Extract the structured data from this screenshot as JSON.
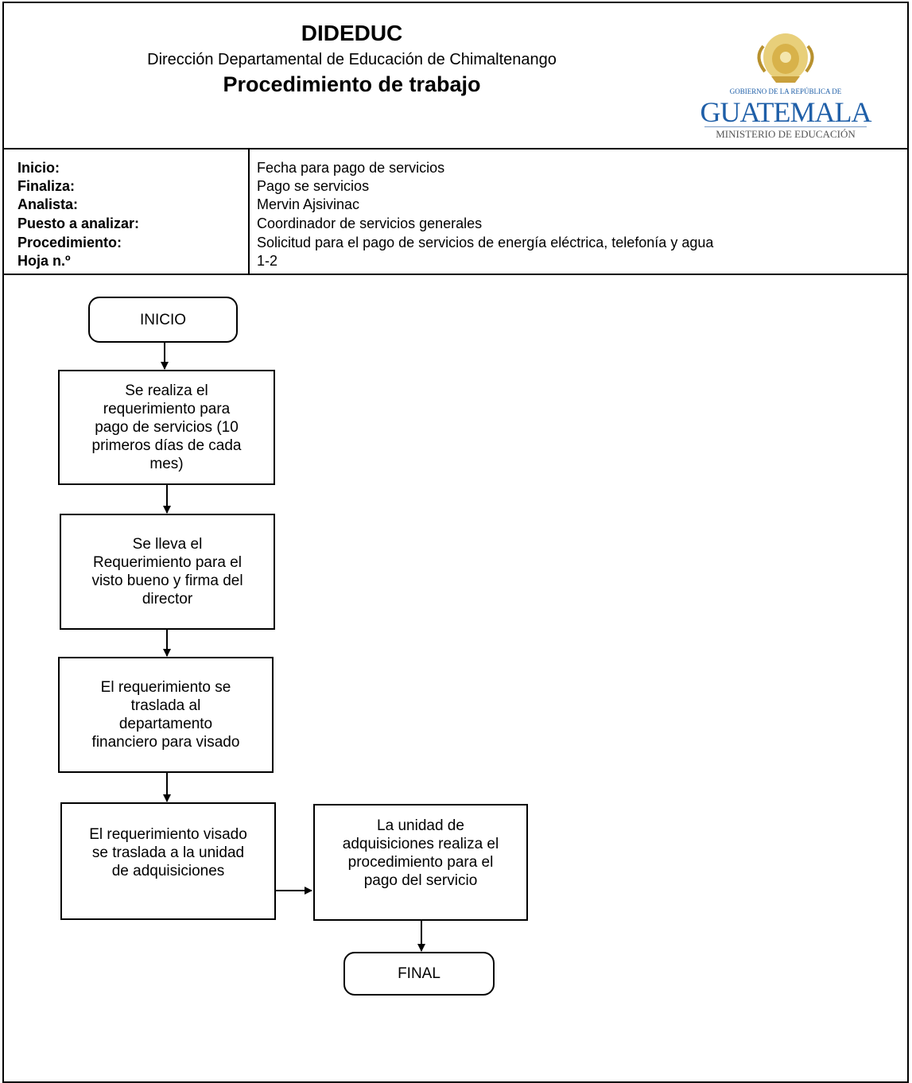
{
  "header": {
    "organization": "DIDEDUC",
    "department": "Dirección Departamental de Educación de Chimaltenango",
    "title": "Procedimiento de trabajo",
    "logo": {
      "line1": "GOBIERNO DE LA REPÚBLICA DE",
      "line2": "GUATEMALA",
      "line3": "MINISTERIO DE EDUCACIÓN"
    }
  },
  "info": [
    {
      "label": "Inicio:",
      "value": "Fecha para pago de servicios"
    },
    {
      "label": "Finaliza:",
      "value": "Pago se servicios"
    },
    {
      "label": "Analista:",
      "value": "Mervin Ajsivinac"
    },
    {
      "label": "Puesto a analizar:",
      "value": "Coordinador de servicios generales"
    },
    {
      "label": "Procedimiento:",
      "value": "Solicitud para el pago de servicios de energía eléctrica, telefonía y agua"
    },
    {
      "label": "Hoja n.º",
      "value": "1-2"
    }
  ],
  "flow": {
    "start": "INICIO",
    "steps": [
      "Se realiza el\nrequerimiento para\npago de servicios (10\nprimeros días de cada\nmes)",
      "Se lleva el\nRequerimiento para el\nvisto bueno y firma del\ndirector",
      "El requerimiento se\ntraslada al\ndepartamento\nfinanciero para visado",
      "El requerimiento visado\nse traslada a la unidad\nde adquisiciones",
      "La unidad de\nadquisiciones realiza el\nprocedimiento para el\npago del servicio"
    ],
    "end": "FINAL"
  }
}
